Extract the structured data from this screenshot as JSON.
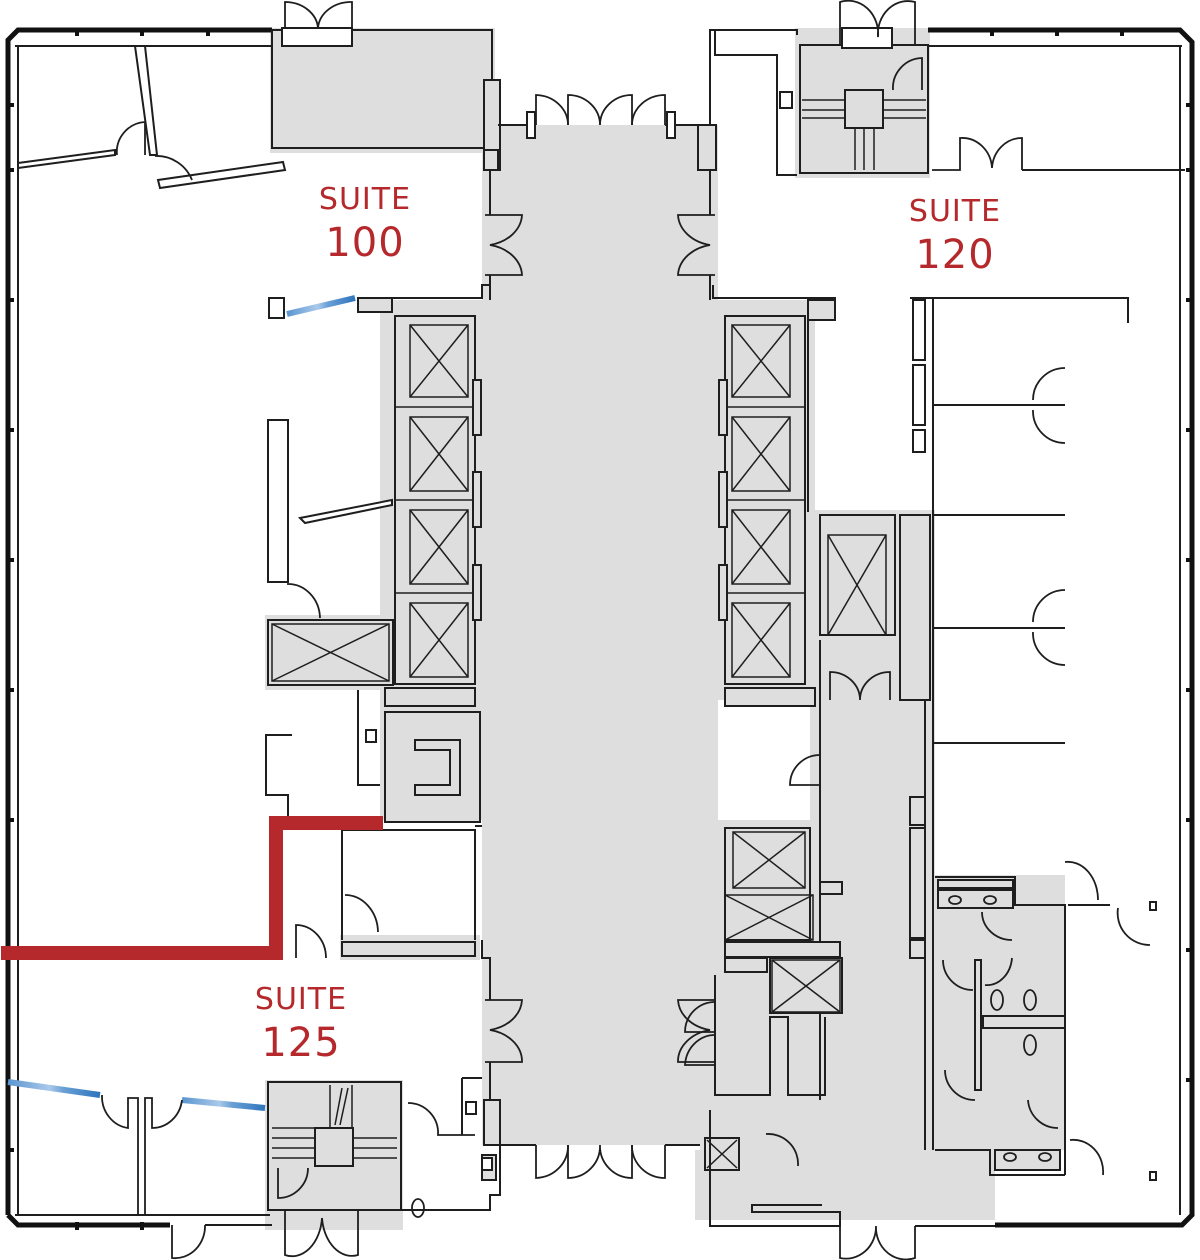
{
  "diagram": {
    "type": "floor-plan",
    "colors": {
      "suite_label": "#b5282b",
      "demising_wall": "#b5282b",
      "core_fill": "#dedede",
      "wall_stroke": "#1e1e1e",
      "glazing": "#4a8bcc",
      "background": "#ffffff"
    },
    "suites": [
      {
        "word": "SUITE",
        "number": "100"
      },
      {
        "word": "SUITE",
        "number": "120"
      },
      {
        "word": "SUITE",
        "number": "125"
      }
    ],
    "features": {
      "elevators_west_bank": 4,
      "elevators_east_bank": 4,
      "freight_elevators": 4,
      "stairwells": 2,
      "restrooms": 1,
      "lobby": "central corridor core"
    },
    "demising_wall": {
      "color": "red",
      "separates": [
        "SUITE 100",
        "SUITE 125"
      ]
    }
  }
}
